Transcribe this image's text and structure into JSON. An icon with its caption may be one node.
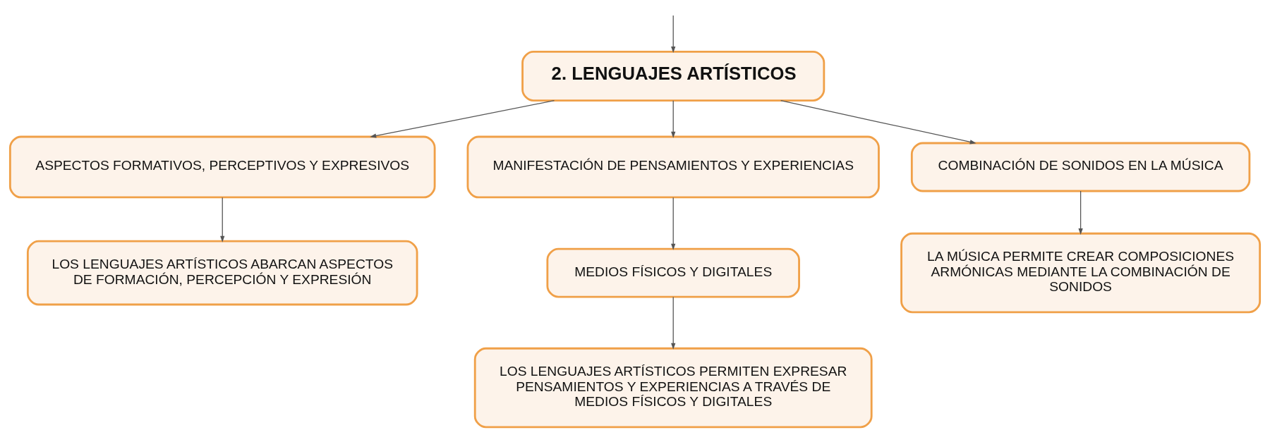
{
  "diagram": {
    "nodes": [
      {
        "text": [
          "2. LENGUAJES ARTÍSTICOS"
        ]
      },
      {
        "text": [
          "ASPECTOS FORMATIVOS, PERCEPTIVOS Y EXPRESIVOS"
        ]
      },
      {
        "text": [
          "MANIFESTACIÓN DE PENSAMIENTOS Y EXPERIENCIAS"
        ]
      },
      {
        "text": [
          "COMBINACIÓN DE SONIDOS EN LA MÚSICA"
        ]
      },
      {
        "text": [
          "LOS LENGUAJES ARTÍSTICOS ABARCAN ASPECTOS DE FORMACIÓN, PERCEPCIÓN Y EXPRESIÓN"
        ]
      },
      {
        "text": [
          "MEDIOS FÍSICOS Y DIGITALES"
        ]
      },
      {
        "text": [
          "LA MÚSICA PERMITE CREAR COMPOSICIONES ARMÓNICAS MEDIANTE LA COMBINACIÓN DE SONIDOS"
        ]
      },
      {
        "text": [
          "LOS LENGUAJES ARTÍSTICOS PERMITEN EXPRESAR PENSAMIENTOS Y EXPERIENCIAS A TRAVÉS DE MEDIOS FÍSICOS Y DIGITALES"
        ]
      }
    ],
    "edges": [
      {
        "from": null,
        "to": 0,
        "arrow": "to"
      },
      {
        "from": 0,
        "to": 1,
        "arrow": "to"
      },
      {
        "from": 0,
        "to": 2,
        "arrow": "to"
      },
      {
        "from": 0,
        "to": 3,
        "arrow": "to"
      },
      {
        "from": 1,
        "to": 4,
        "arrow": "to"
      },
      {
        "from": 2,
        "to": 5,
        "arrow": "to"
      },
      {
        "from": 3,
        "to": 6,
        "arrow": "to"
      },
      {
        "from": 5,
        "to": 7,
        "arrow": "to"
      }
    ]
  }
}
